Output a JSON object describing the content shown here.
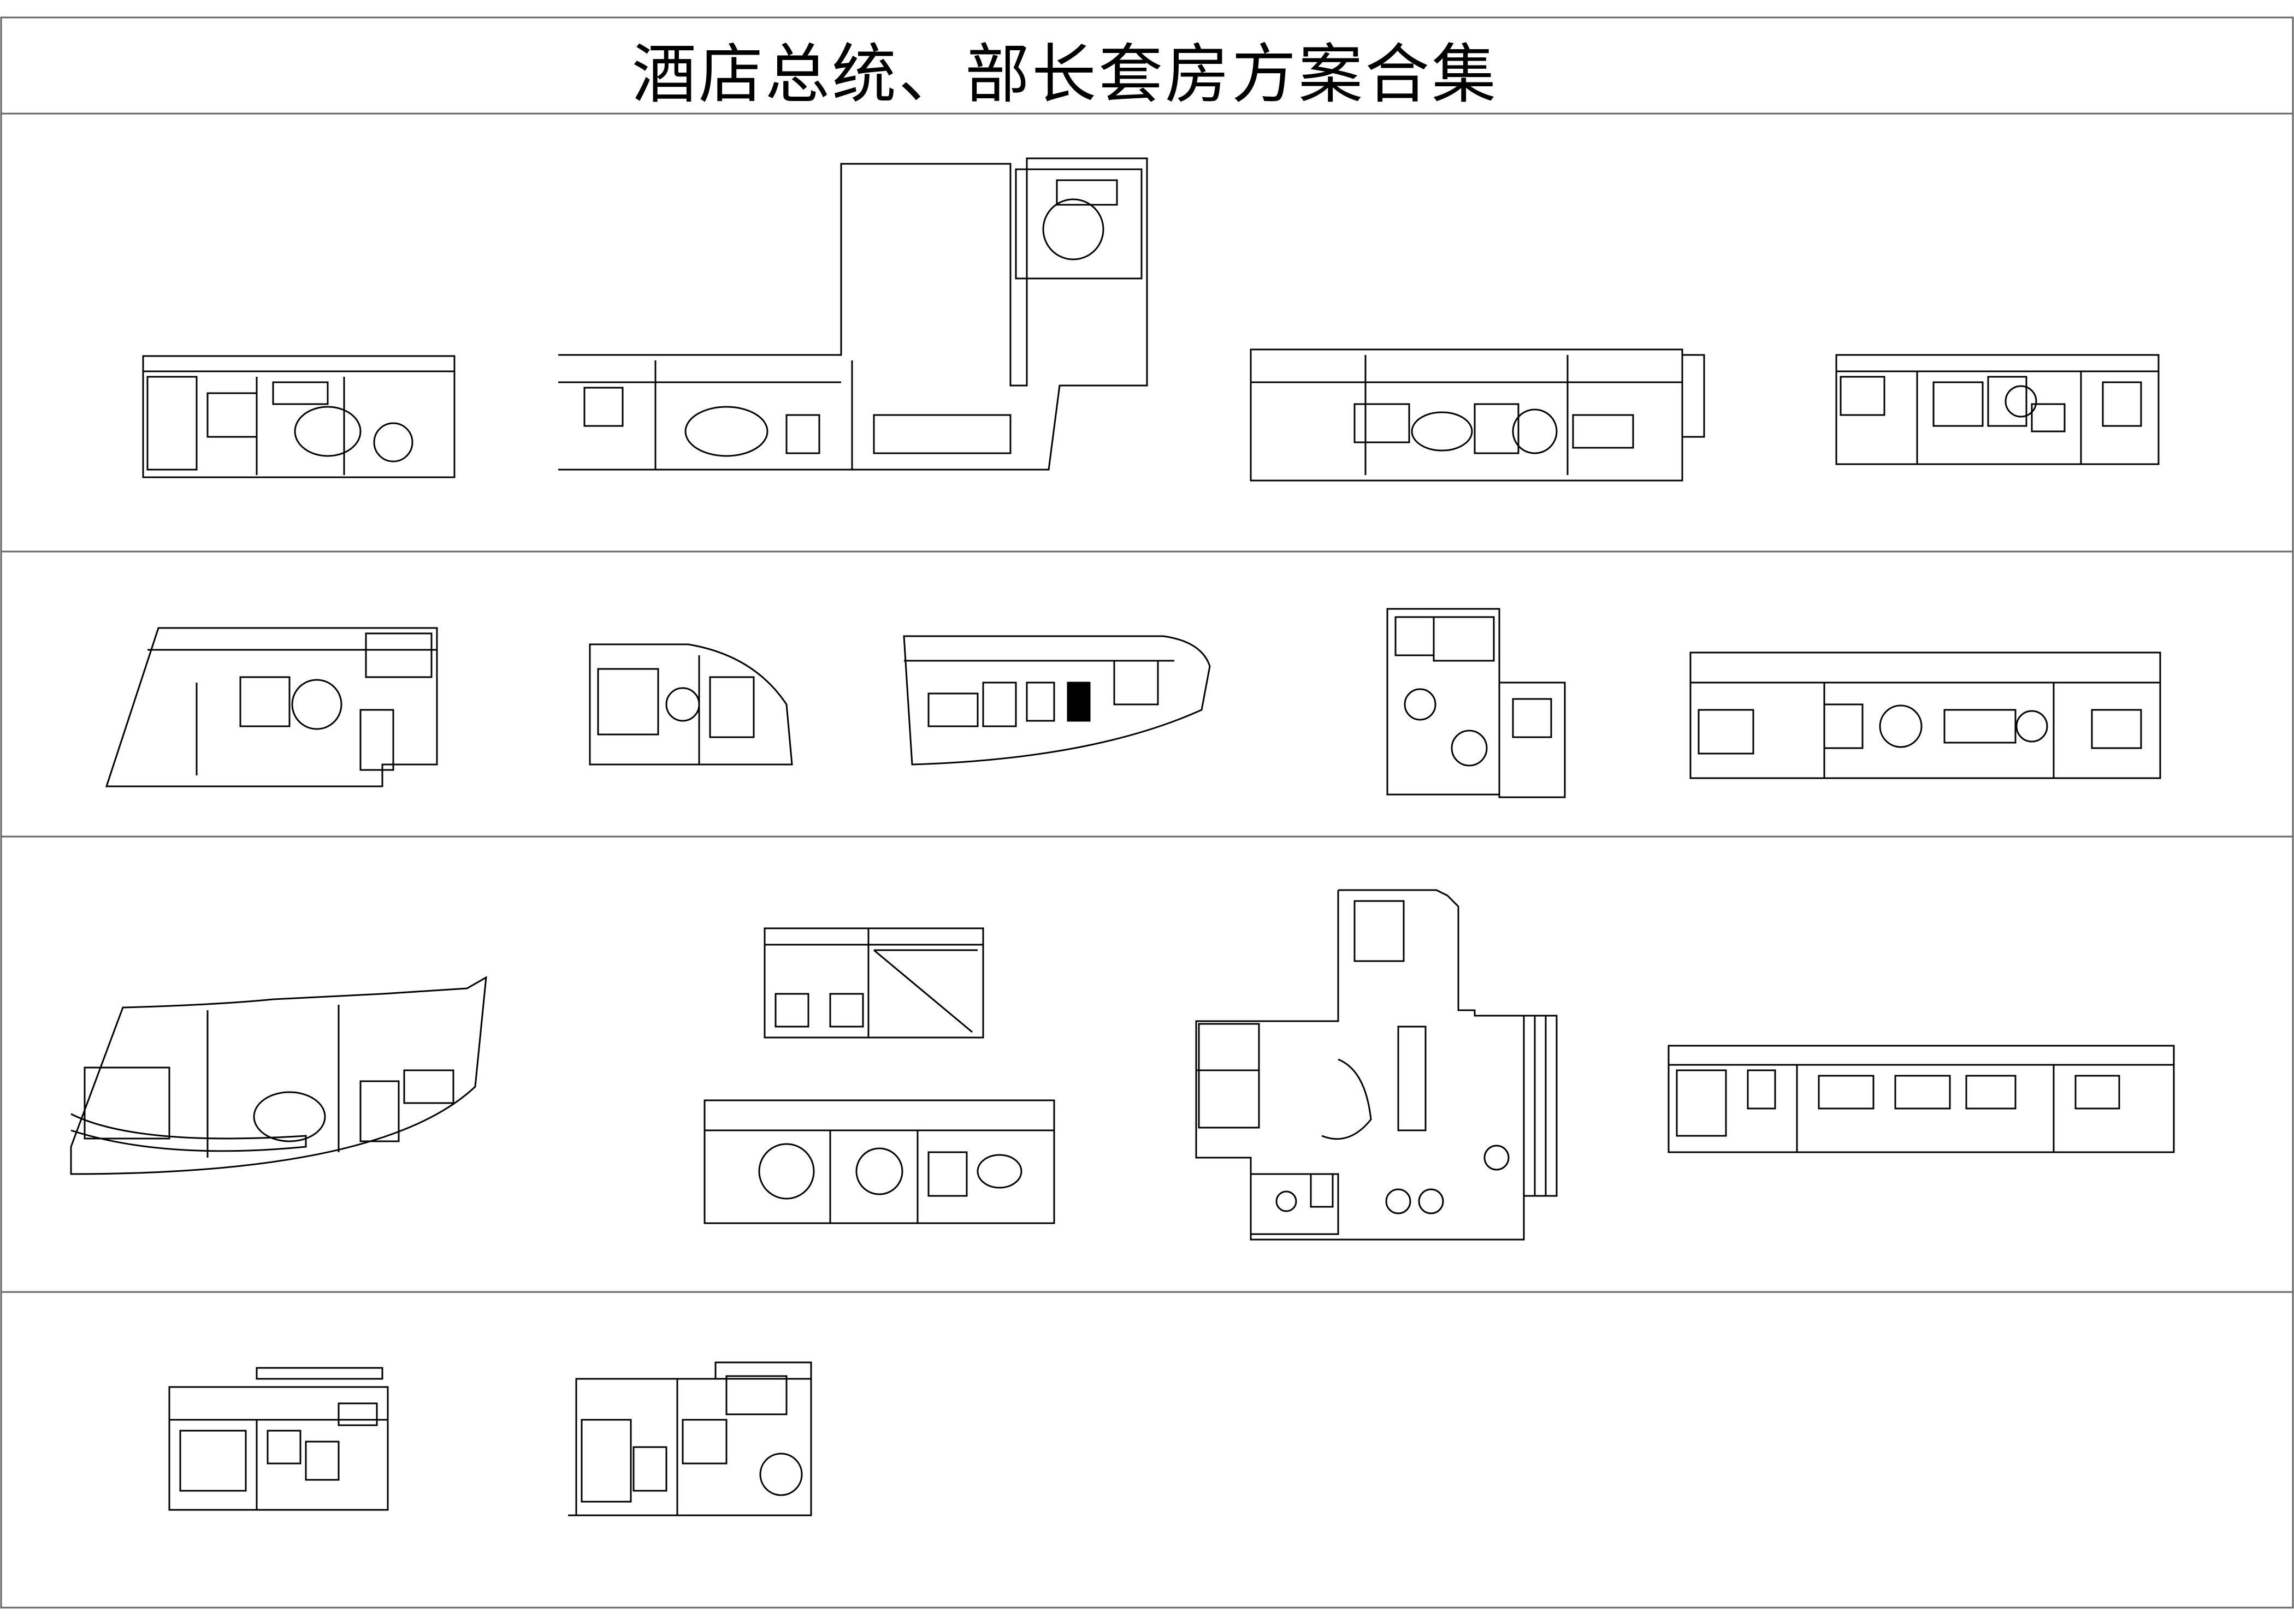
{
  "sheet": {
    "title": "酒店总统、部长套房方案合集"
  },
  "floor_plans": {
    "row1": [
      "plan-1-1",
      "plan-1-2",
      "plan-1-3",
      "plan-1-4"
    ],
    "row2": [
      "plan-2-1",
      "plan-2-2",
      "plan-2-3",
      "plan-2-4",
      "plan-2-5"
    ],
    "row3": [
      "plan-3-1",
      "plan-3-2",
      "plan-3-3",
      "plan-3-4",
      "plan-3-5"
    ],
    "row4": [
      "plan-4-1",
      "plan-4-2"
    ]
  }
}
